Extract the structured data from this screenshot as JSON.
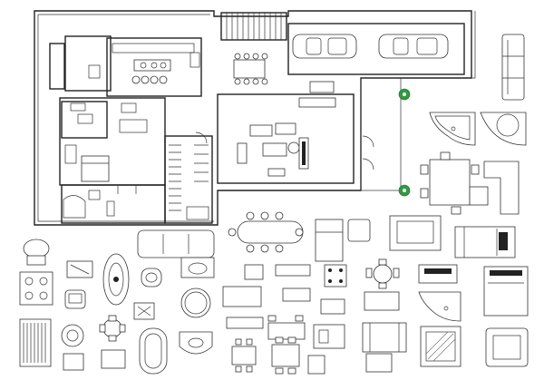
{
  "image": {
    "kind": "architectural floor plan with furniture and appliance icon library",
    "colors": {
      "line": "#222222",
      "background": "#ffffff",
      "plant_accent": "#2e9b3e"
    }
  },
  "regions": {
    "floor_plan": "house-floor-plan",
    "library": "furniture-icon-library"
  },
  "icons": [
    "car-icon",
    "staircase-icon",
    "dining-table-icon",
    "kitchen-island-icon",
    "sofa-icon",
    "bed-icon",
    "bathtub-icon",
    "toilet-icon",
    "sink-icon",
    "shower-icon",
    "piano-icon",
    "stove-icon",
    "plant-icon",
    "armchair-icon",
    "chair-icon",
    "rug-icon",
    "washing-machine-icon",
    "round-table-icon"
  ]
}
